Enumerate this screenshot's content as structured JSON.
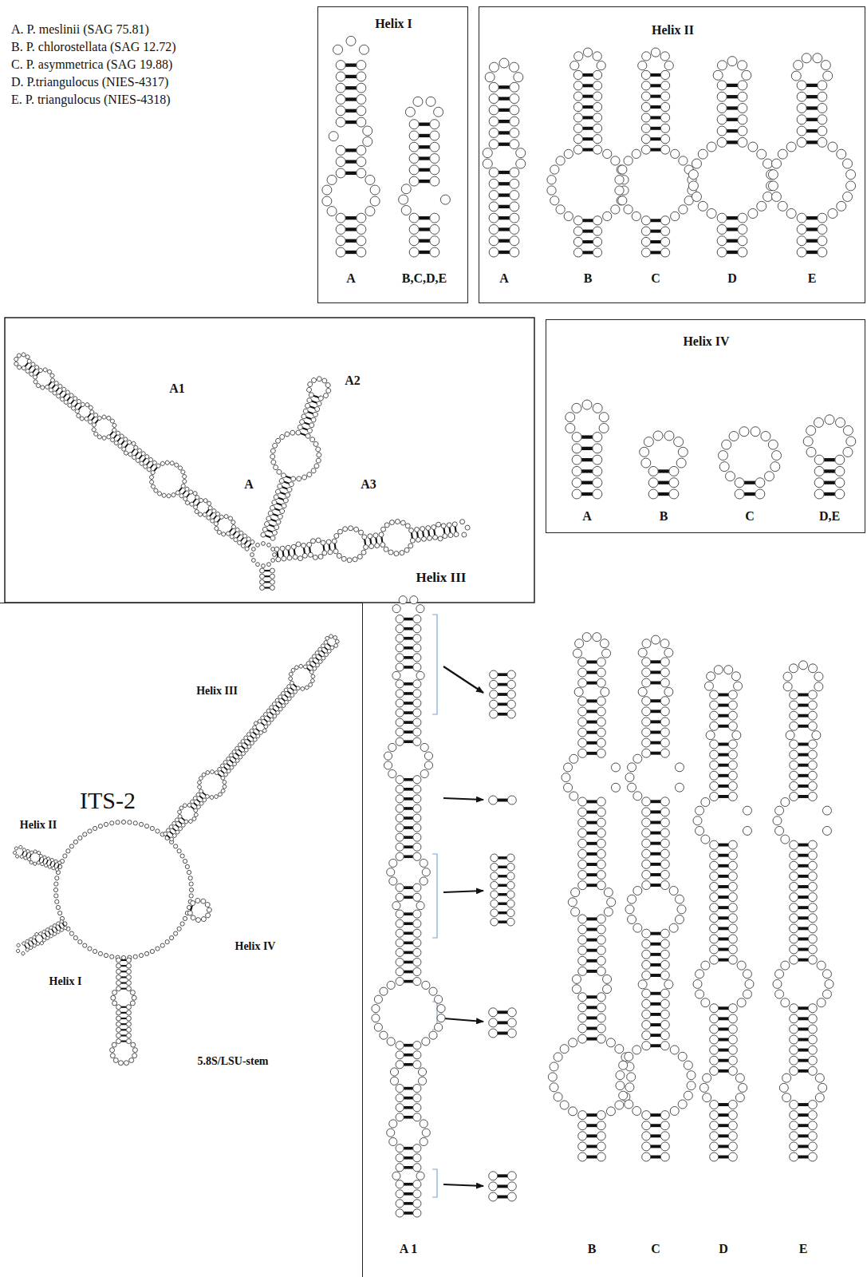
{
  "diagram": {
    "nodes": [
      {
        "text": [
          "Helix I"
        ]
      },
      {
        "text": [
          "Helix II"
        ]
      },
      {
        "text": [
          "Helix IV"
        ]
      },
      {
        "text": [
          "ITS-2"
        ]
      }
    ],
    "labels": [
      "A. P. meslinii (SAG 75.81)",
      "B. P. chlorostellata (SAG 12.72)",
      "C. P. asymmetrica (SAG 19.88)",
      "D. P.triangulocus (NIES-4317)",
      "E. P. triangulocus (NIES-4318)",
      "A",
      "B,C,D,E",
      "A",
      "B",
      "C",
      "D",
      "E",
      "A1",
      "A2",
      "A",
      "A3",
      "A",
      "B",
      "C",
      "D,E",
      "Helix III",
      "A 1",
      "B",
      "C",
      "D",
      "E",
      "Helix III",
      "Helix II",
      "Helix I",
      "Helix IV",
      "5.8S/LSU-stem"
    ]
  }
}
